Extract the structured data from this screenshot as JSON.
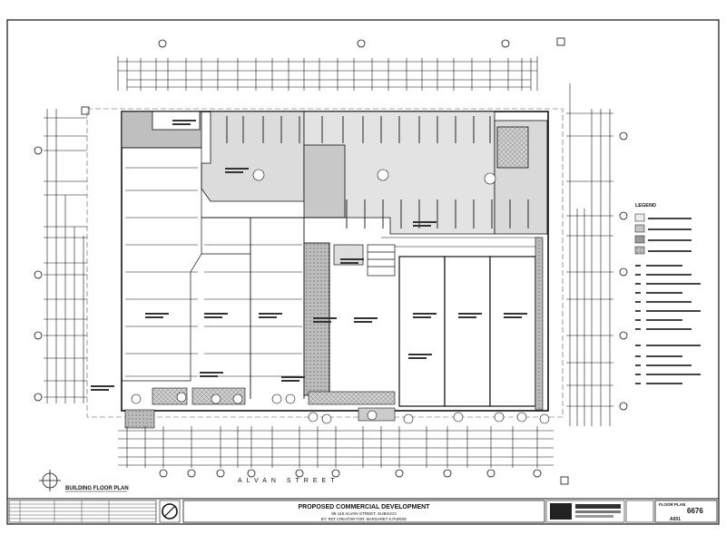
{
  "title_block": {
    "project_title": "PROPOSED COMMERCIAL DEVELOPMENT",
    "address": "95-115 ALVAN STREET, SUBIACO",
    "client_line": "BY: RDT CREATOR   FOR: MARGARET S.PURDIE",
    "sheet_title": "FLOOR PLAN",
    "drawing_number": "6676",
    "sheet_code": "A001"
  },
  "plan": {
    "drawing_label": "BUILDING   FLOOR PLAN",
    "street_label": "ALVAN STREET",
    "legend_title": "LEGEND"
  },
  "colors": {
    "ink": "#111111",
    "paper": "#ffffff",
    "shade_light": "#dcdcdc",
    "shade_mid": "#c4c4c4",
    "shade_dark": "#9a9a9a"
  }
}
